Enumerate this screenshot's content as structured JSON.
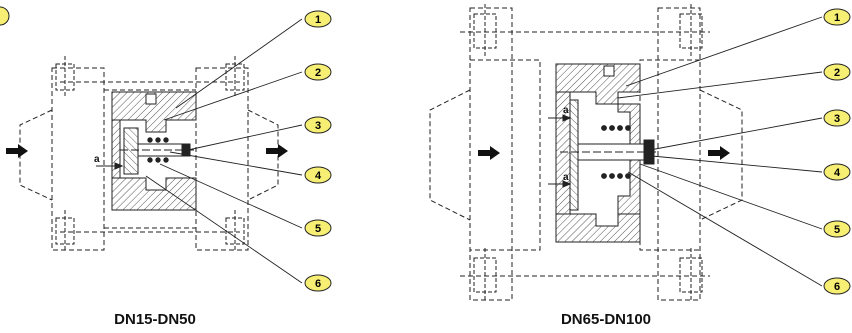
{
  "captions": {
    "left": "DN15-DN50",
    "right": "DN65-DN100"
  },
  "callout_numbers": [
    "1",
    "2",
    "3",
    "4",
    "5",
    "6"
  ],
  "dimension_letter": "a",
  "colors": {
    "callout_fill": "#f6ef73",
    "line": "#222222",
    "hatch": "#555555",
    "arrow": "#111111"
  }
}
